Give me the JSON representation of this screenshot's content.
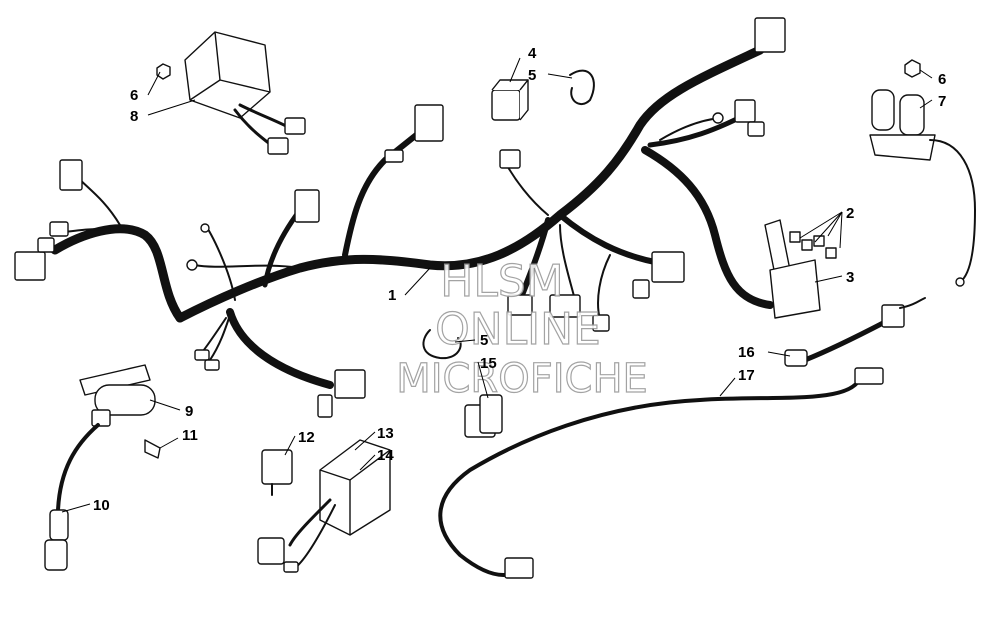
{
  "callouts": {
    "c1": "1",
    "c2": "2",
    "c3": "3",
    "c4": "4",
    "c5a": "5",
    "c5b": "5",
    "c6a": "6",
    "c6b": "6",
    "c7": "7",
    "c8": "8",
    "c9": "9",
    "c10": "10",
    "c11": "11",
    "c12": "12",
    "c13": "13",
    "c14": "14",
    "c15": "15",
    "c16": "16",
    "c17": "17"
  },
  "watermark": {
    "line1": "HLSM",
    "line2": "ONLINE",
    "line3": "MICROFICHE"
  },
  "colors": {
    "ink": "#111111",
    "watermark_outline": "#9a9a9a",
    "background": "#ffffff"
  }
}
